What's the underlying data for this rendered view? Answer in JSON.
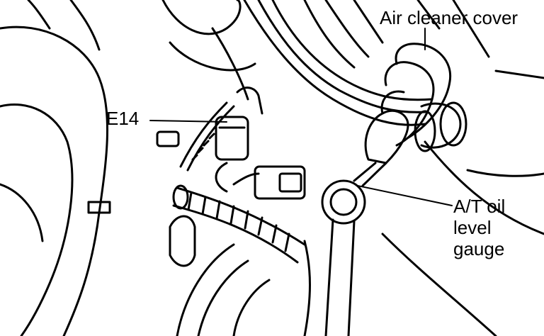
{
  "labels": {
    "air_cleaner_cover": "Air cleaner cover",
    "connector": "E14",
    "at_gauge_line1": "A/T oil",
    "at_gauge_line2": "level",
    "at_gauge_line3": "gauge"
  },
  "colors": {
    "ink": "#000000",
    "paper": "#ffffff"
  }
}
